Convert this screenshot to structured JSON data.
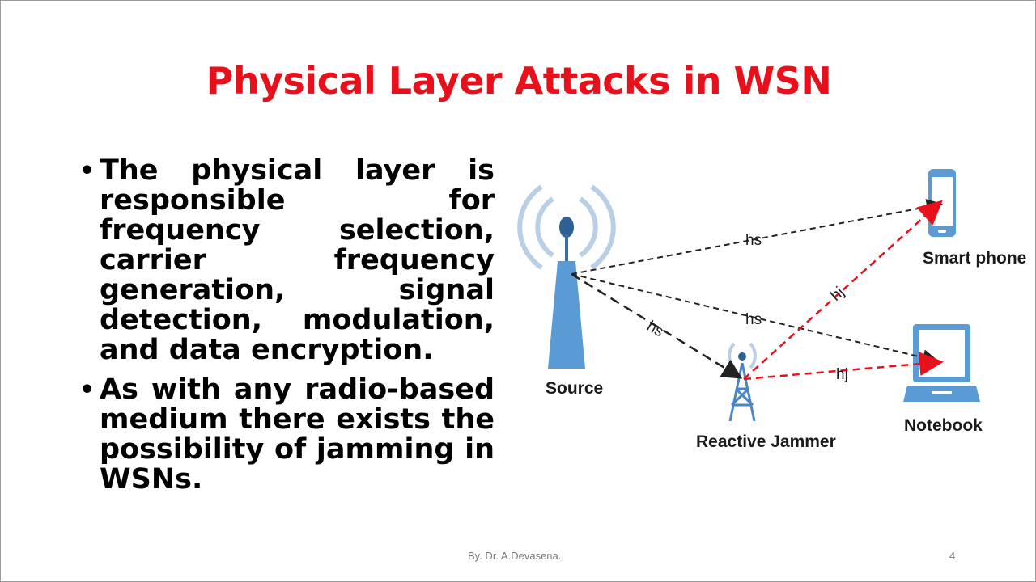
{
  "slide": {
    "title": "Physical Layer Attacks in WSN",
    "bullets": [
      "The physical layer is responsible for frequency selection, carrier frequency generation, signal detection, modulation, and data encryption.",
      "As with any radio-based medium there exists the possibility of jamming in WSNs."
    ],
    "footer": {
      "author": "By. Dr. A.Devasena.,",
      "page_number": "4"
    }
  },
  "diagram": {
    "nodes": {
      "source": "Source",
      "jammer": "Reactive Jammer",
      "phone": "Smart phone",
      "notebook": "Notebook"
    },
    "channels": {
      "source_phone": "hs",
      "source_notebook": "hs",
      "source_jammer": "hs",
      "jammer_phone": "hj",
      "jammer_notebook": "hj"
    },
    "colors": {
      "title": "#e8101a",
      "device_blue": "#5b9bd5",
      "jam_link": "#e8101a",
      "source_link": "#222222"
    }
  }
}
